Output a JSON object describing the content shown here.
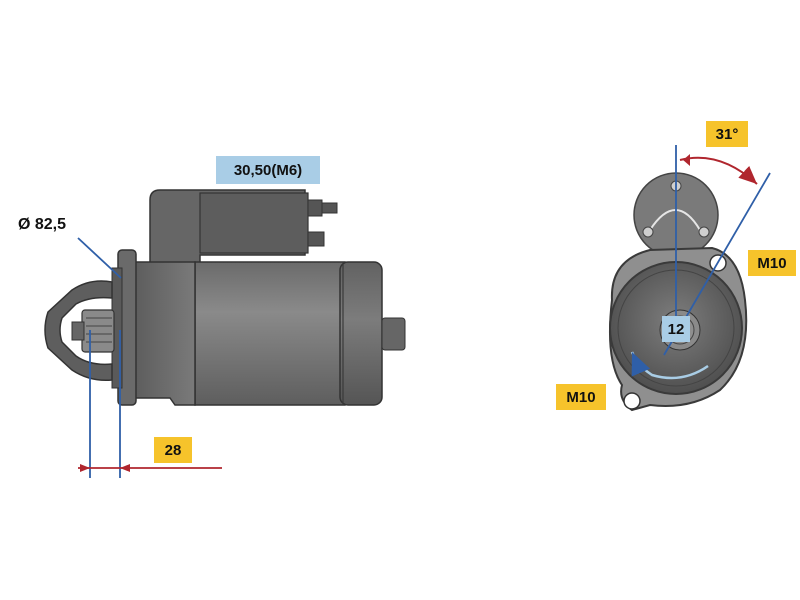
{
  "labels": {
    "terminal": "30,50(M6)",
    "diameter": "Ø 82,5",
    "length": "28",
    "angle": "31°",
    "bolt_top": "M10",
    "bolt_bottom": "M10",
    "teeth": "12"
  },
  "colors": {
    "background": "#ffffff",
    "highlight_yellow": "#f6c32b",
    "highlight_blue": "#a9cde6",
    "body_gray": "#7a7a7a",
    "dark_gray": "#555555",
    "dimension_blue": "#2f5fa8",
    "dimension_red": "#b0262e"
  }
}
